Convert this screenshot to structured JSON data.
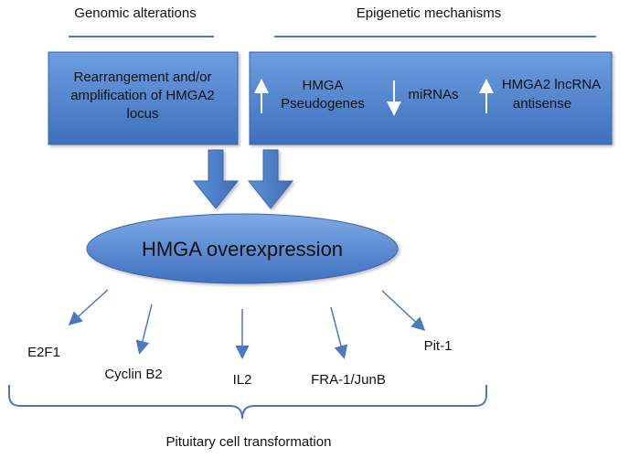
{
  "headers": {
    "genomic": "Genomic alterations",
    "epigenetic": "Epigenetic mechanisms"
  },
  "genomic_box": {
    "lines": [
      "Rearrangement and/or",
      "amplification of HMGA2",
      "locus"
    ]
  },
  "epigenetic_box": {
    "items": [
      {
        "direction": "up",
        "lines": [
          "HMGA",
          "Pseudogenes"
        ]
      },
      {
        "direction": "down",
        "lines": [
          "miRNAs"
        ]
      },
      {
        "direction": "up",
        "lines": [
          "HMGA2 lncRNA",
          "antisense"
        ]
      }
    ]
  },
  "center": {
    "label": "HMGA overexpression"
  },
  "targets": [
    "E2F1",
    "Cyclin B2",
    "IL2",
    "FRA-1/JunB",
    "Pit-1"
  ],
  "outcome": "Pituitary cell transformation",
  "colors": {
    "box_top": "#6c9de0",
    "box_bottom": "#3f70bd",
    "box_border": "#3a66ad",
    "accent": "#4a7cc6",
    "line": "#4a79c0",
    "text": "#111111"
  }
}
